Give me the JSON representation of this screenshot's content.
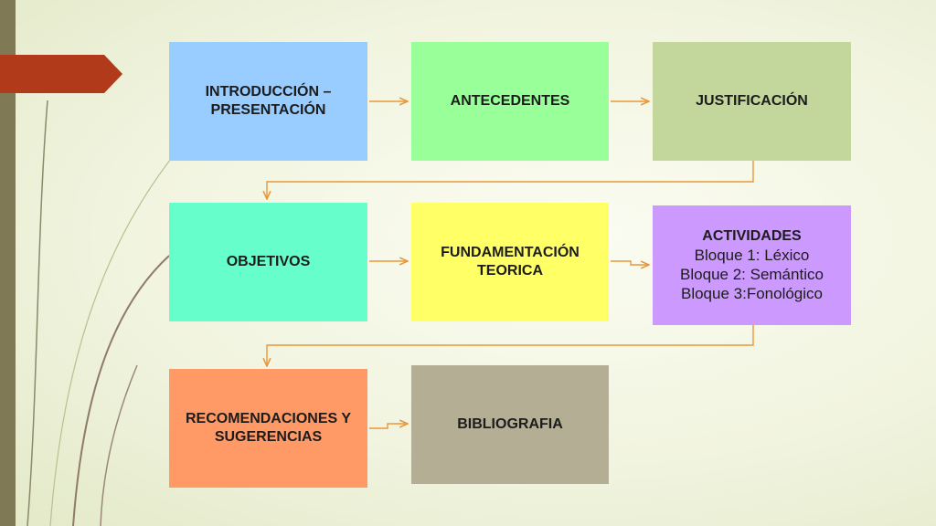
{
  "diagram": {
    "boxes": {
      "introduccion": {
        "title": "INTRODUCCIÓN – PRESENTACIÓN",
        "color": "#99ccff"
      },
      "antecedentes": {
        "title": "ANTECEDENTES",
        "color": "#99ff99"
      },
      "justificacion": {
        "title": "JUSTIFICACIÓN",
        "color": "#c3d69b"
      },
      "objetivos": {
        "title": "OBJETIVOS",
        "color": "#66ffcc"
      },
      "fundamentacion": {
        "title": "FUNDAMENTACIÓN TEORICA",
        "color": "#ffff66"
      },
      "actividades": {
        "title": "ACTIVIDADES",
        "color": "#cc99ff",
        "lines": [
          "Bloque 1: Léxico",
          "Bloque 2: Semántico",
          "Bloque 3:Fonológico"
        ]
      },
      "recomendaciones": {
        "title": "RECOMENDACIONES Y SUGERENCIAS",
        "color": "#ff9966"
      },
      "bibliografia": {
        "title": "BIBLIOGRAFIA",
        "color": "#b3ae94"
      }
    },
    "connector_color": "#e8973b",
    "accent_color": "#b03a1a"
  }
}
